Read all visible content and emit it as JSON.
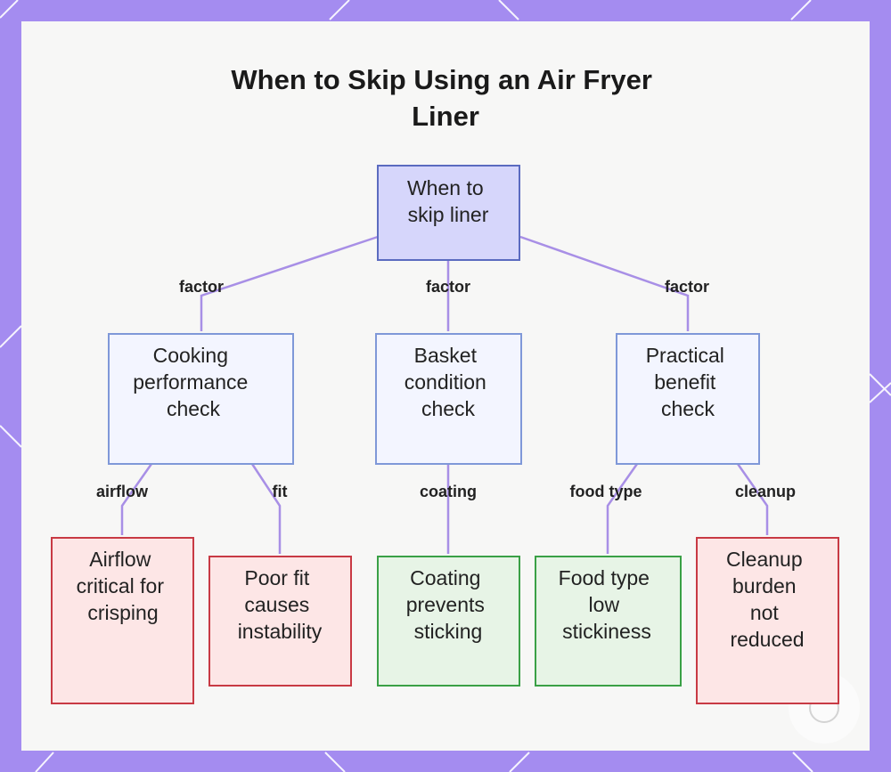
{
  "title_lines": [
    "When to Skip Using an Air Fryer",
    "Liner"
  ],
  "nodes": {
    "root": [
      "When to",
      "skip liner"
    ],
    "cooking": [
      "Cooking",
      "performance",
      "check"
    ],
    "basket": [
      "Basket",
      "condition",
      "check"
    ],
    "practical": [
      "Practical",
      "benefit",
      "check"
    ],
    "airflow": [
      "Airflow",
      "critical for",
      "crisping"
    ],
    "poorfit": [
      "Poor fit",
      "causes",
      "instability"
    ],
    "coating": [
      "Coating",
      "prevents",
      "sticking"
    ],
    "foodtype": [
      "Food type",
      "low",
      "stickiness"
    ],
    "cleanup": [
      "Cleanup",
      "burden",
      "not",
      "reduced"
    ]
  },
  "edge_labels": {
    "factor_left": "factor",
    "factor_mid": "factor",
    "factor_right": "factor",
    "airflow": "airflow",
    "fit": "fit",
    "coating": "coating",
    "foodtype": "food type",
    "cleanup": "cleanup"
  },
  "colors": {
    "frame": "#a48cf0",
    "root_fill": "#d6d6fb",
    "check_fill": "#f3f5ff",
    "negative_fill": "#fde6e6",
    "positive_fill": "#e7f4e6",
    "edge": "#a88fe6"
  }
}
